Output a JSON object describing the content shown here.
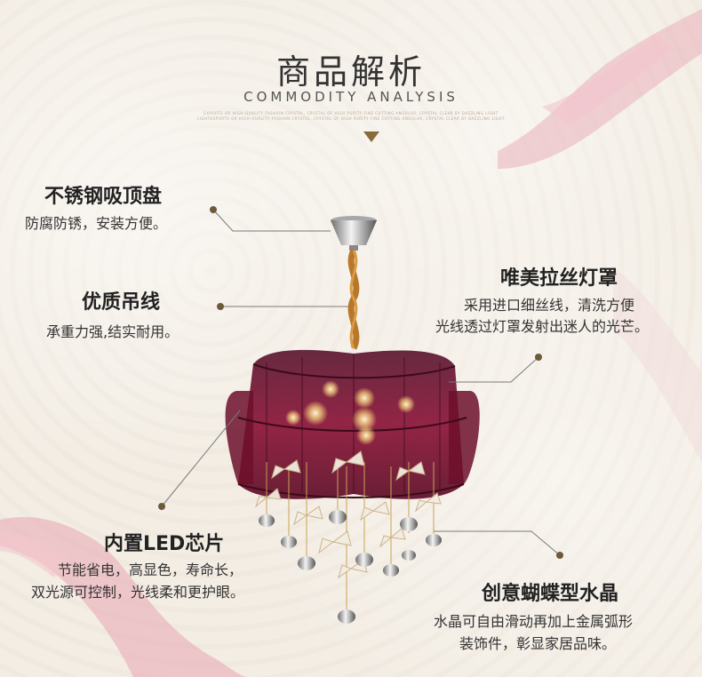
{
  "header": {
    "title": "商品解析",
    "subtitle": "COMMODITY ANALYSIS",
    "fine_print_1": "EXPORTS OR HIGH-QUALITY FASHION CRYSTAL, CRYSTAL OF HIGH PURITY FINE CUTTING ANGULAR, CRYSTAL CLEAR BY DAZZLING LIGHT",
    "fine_print_2": "LIGHTEXPORTS OR HIGH-QUALITY FASHION CRYSTAL, CRYSTAL OF HIGH PURITY FINE CUTTING ANGULAR, CRYSTAL CLEAR BY DAZZLING LIGHT"
  },
  "features": [
    {
      "id": "ceiling-plate",
      "title": "不锈钢吸顶盘",
      "lines": [
        "防腐防锈，安装方便。"
      ]
    },
    {
      "id": "hanging-wire",
      "title": "优质吊线",
      "lines": [
        "承重力强,结实耐用。"
      ]
    },
    {
      "id": "lampshade",
      "title": "唯美拉丝灯罩",
      "lines": [
        "采用进口细丝线，清洗方便",
        "光线透过灯罩发射出迷人的光芒。"
      ]
    },
    {
      "id": "led-chip",
      "title": "内置LED芯片",
      "lines": [
        "节能省电，高显色，寿命长，",
        "双光源可控制，光线柔和更护眼。"
      ]
    },
    {
      "id": "butterfly-crystal",
      "title": "创意蝴蝶型水晶",
      "lines": [
        "水晶可自由滑动再加上金属弧形",
        "装饰件，彰显家居品味。"
      ]
    }
  ],
  "colors": {
    "accent": "#8a6a3a",
    "shade": "#7a1030",
    "ribbon": "#e8a6b2",
    "background": "#f3ede4"
  }
}
